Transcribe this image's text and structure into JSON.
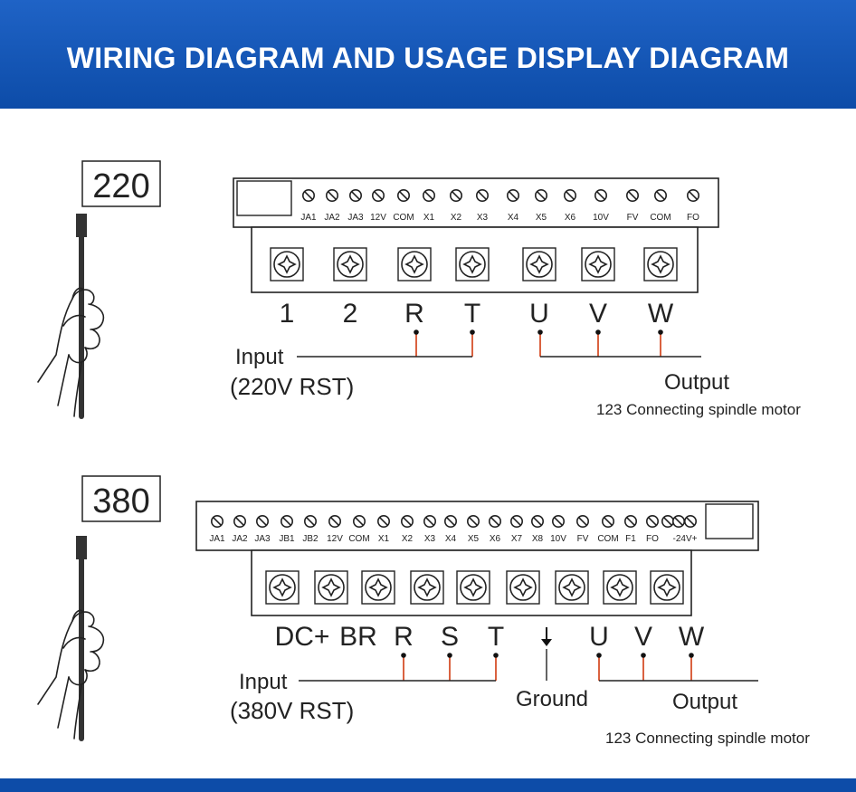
{
  "header": {
    "title": "WIRING DIAGRAM AND USAGE DISPLAY DIAGRAM"
  },
  "colors": {
    "header": "#0d4ca8",
    "wire": "#d13a10",
    "line": "#222222"
  },
  "icons": [
    "hand-holding-probe-icon",
    "screw-terminal-icon",
    "ground-arrow-icon"
  ],
  "panel1": {
    "voltage": "220",
    "control_terminals": [
      "JA1",
      "JA2",
      "JA3",
      "12V",
      "COM",
      "X1",
      "X2",
      "X3",
      "X4",
      "X5",
      "X6",
      "10V",
      "FV",
      "COM",
      "FO"
    ],
    "power_terminals": [
      "1",
      "2",
      "R",
      "T",
      "U",
      "V",
      "W"
    ],
    "input_label": "Input",
    "input_sub": "(220V RST)",
    "output_label": "Output",
    "output_sub": "123 Connecting spindle motor"
  },
  "panel2": {
    "voltage": "380",
    "control_terminals": [
      "JA1",
      "JA2",
      "JA3",
      "JB1",
      "JB2",
      "12V",
      "COM",
      "X1",
      "X2",
      "X3",
      "X4",
      "X5",
      "X6",
      "X7",
      "X8",
      "10V",
      "FV",
      "COM",
      "F1",
      "FO",
      "-24V+"
    ],
    "power_terminals": [
      "DC+",
      "BR",
      "R",
      "S",
      "T",
      "U",
      "V",
      "W"
    ],
    "input_label": "Input",
    "input_sub": "(380V RST)",
    "ground_label": "Ground",
    "output_label": "Output",
    "output_sub": "123 Connecting spindle motor"
  }
}
